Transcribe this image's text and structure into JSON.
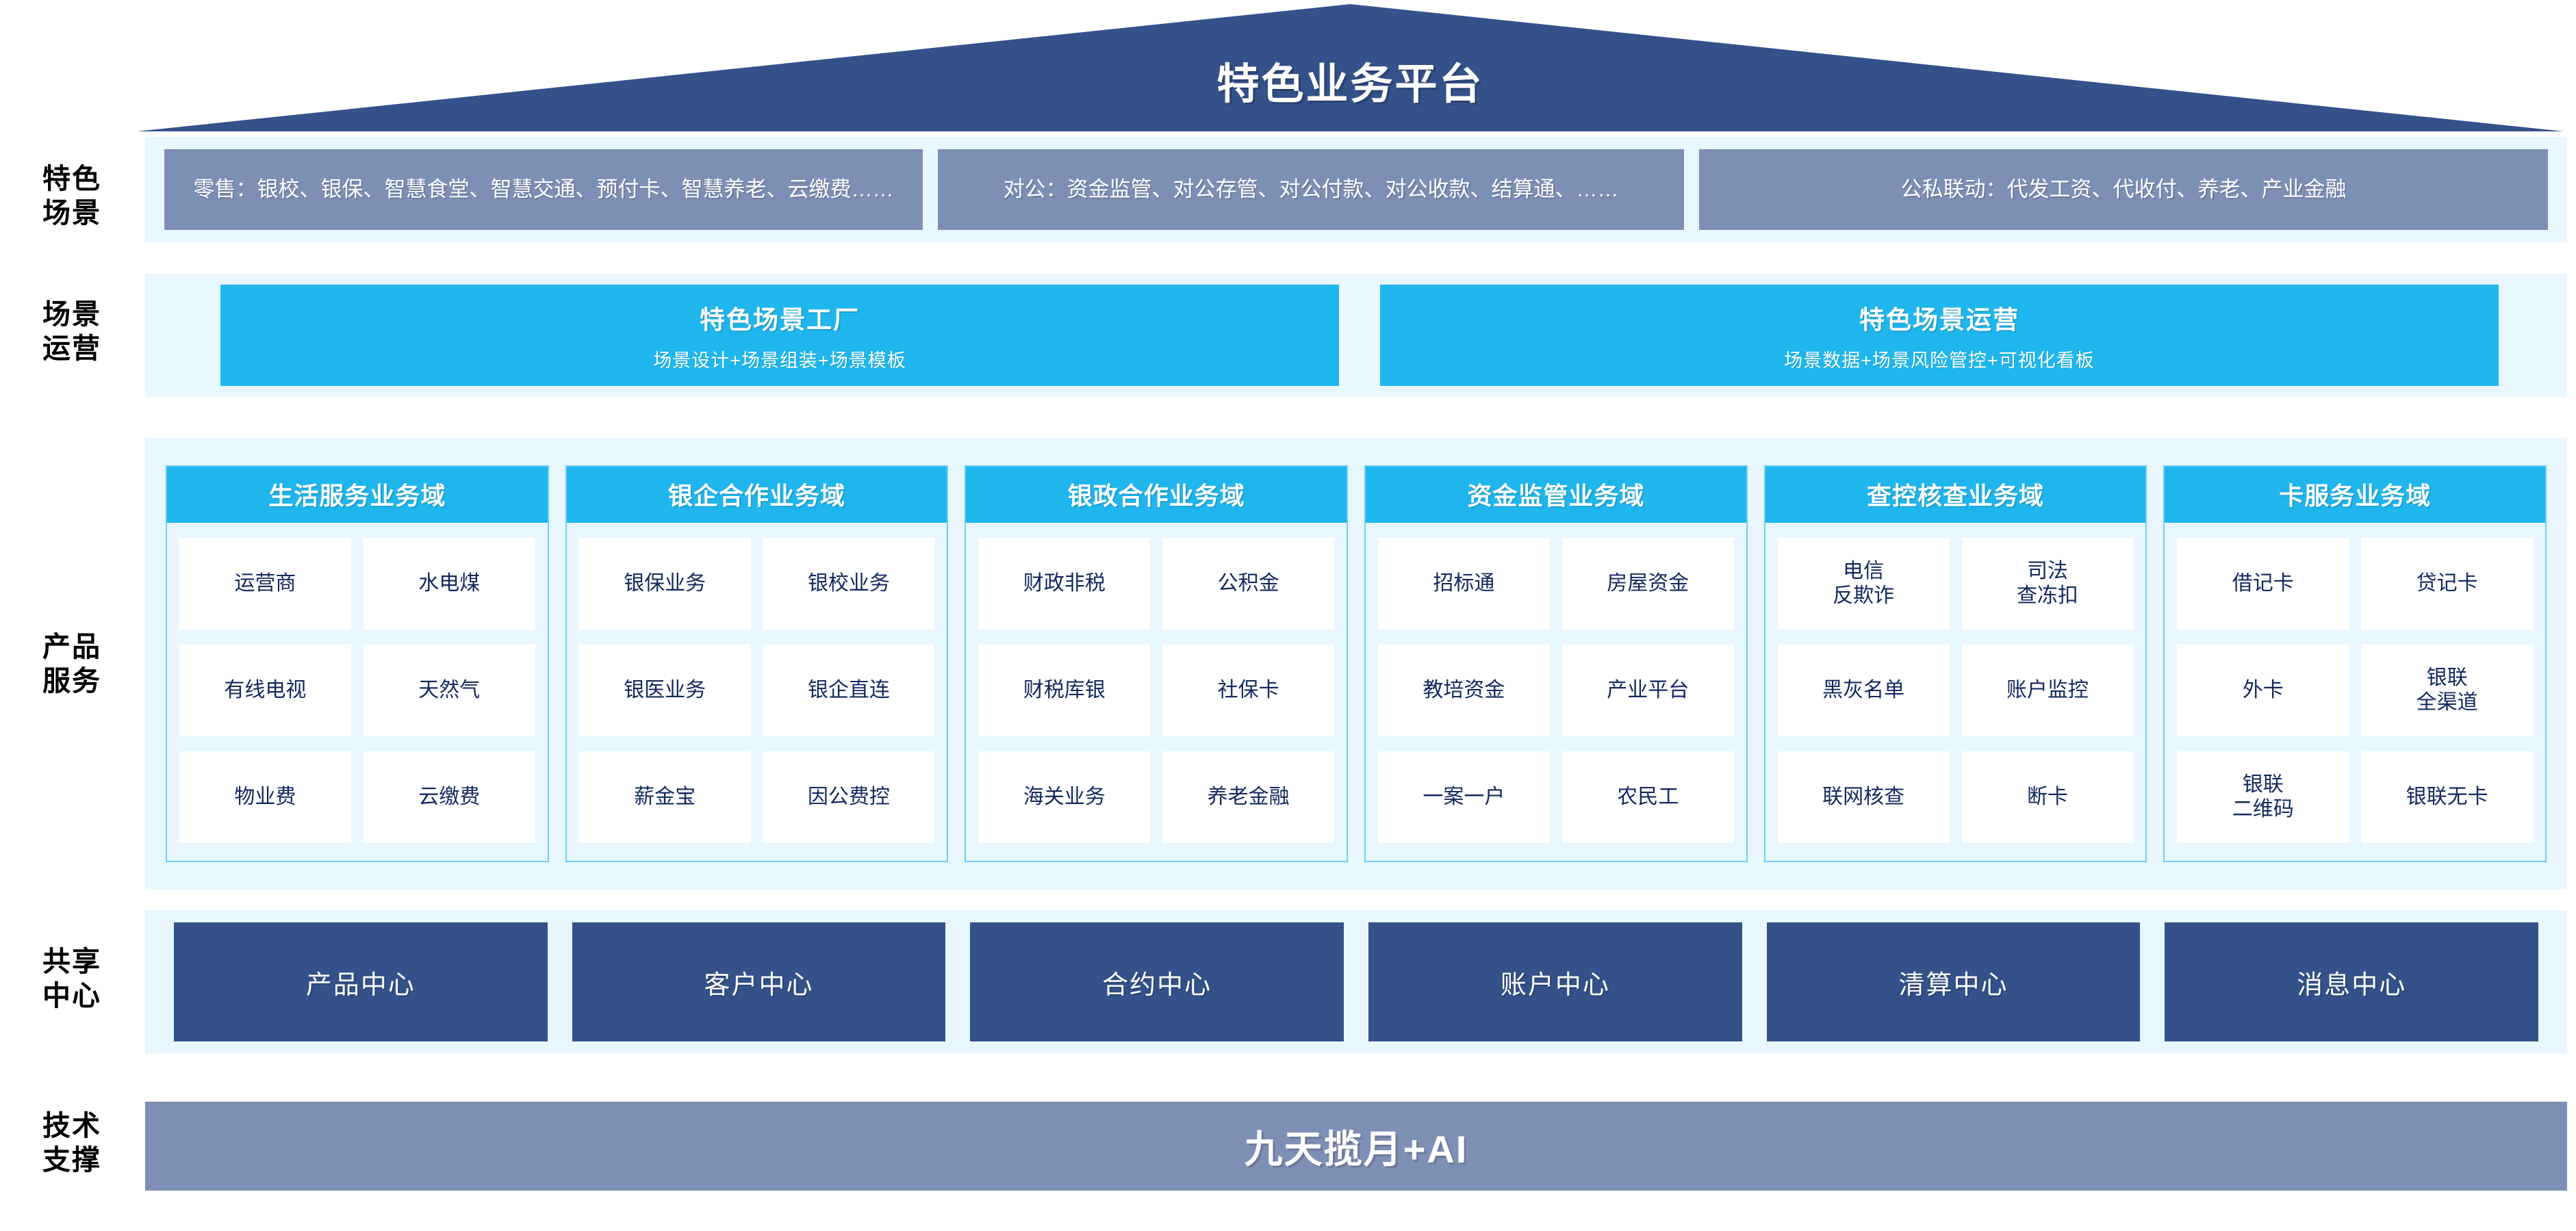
{
  "header": {
    "title": "特色业务平台"
  },
  "row_labels": {
    "scenario": "特色\n场景",
    "operation": "场景\n运营",
    "product": "产品\n服务",
    "shared": "共享\n中心",
    "tech": "技术\n支撑"
  },
  "scenarios": {
    "boxes": [
      {
        "text": "零售：银校、银保、智慧食堂、智慧交通、预付卡、智慧养老、云缴费……"
      },
      {
        "text": "对公：资金监管、对公存管、对公付款、对公收款、结算通、……"
      },
      {
        "text": "公私联动：代发工资、代收付、养老、产业金融"
      }
    ]
  },
  "operations": {
    "boxes": [
      {
        "title": "特色场景工厂",
        "subtitle": "场景设计+场景组装+场景模板"
      },
      {
        "title": "特色场景运营",
        "subtitle": "场景数据+场景风险管控+可视化看板"
      }
    ]
  },
  "product_domains": [
    {
      "title": "生活服务业务域",
      "items": [
        "运营商",
        "水电煤",
        "有线电视",
        "天然气",
        "物业费",
        "云缴费"
      ]
    },
    {
      "title": "银企合作业务域",
      "items": [
        "银保业务",
        "银校业务",
        "银医业务",
        "银企直连",
        "薪金宝",
        "因公费控"
      ]
    },
    {
      "title": "银政合作业务域",
      "items": [
        "财政非税",
        "公积金",
        "财税库银",
        "社保卡",
        "海关业务",
        "养老金融"
      ]
    },
    {
      "title": "资金监管业务域",
      "items": [
        "招标通",
        "房屋资金",
        "教培资金",
        "产业平台",
        "一案一户",
        "农民工"
      ]
    },
    {
      "title": "查控核查业务域",
      "items": [
        "电信\n反欺诈",
        "司法\n查冻扣",
        "黑灰名单",
        "账户监控",
        "联网核查",
        "断卡"
      ]
    },
    {
      "title": "卡服务业务域",
      "items": [
        "借记卡",
        "贷记卡",
        "外卡",
        "银联\n全渠道",
        "银联\n二维码",
        "银联无卡"
      ]
    }
  ],
  "shared_centers": [
    {
      "label": "产品中心"
    },
    {
      "label": "客户中心"
    },
    {
      "label": "合约中心"
    },
    {
      "label": "账户中心"
    },
    {
      "label": "清算中心"
    },
    {
      "label": "消息中心"
    }
  ],
  "tech_support": {
    "label": "九天揽月+AI"
  },
  "colors": {
    "roof_navy": "#34518a",
    "scenario_slate": "#7e8fb5",
    "cyan": "#1fb6ed",
    "band_light": "#e8f7fd",
    "cell_text_navy": "#12285e",
    "tech_slate": "#7e8fb5"
  }
}
